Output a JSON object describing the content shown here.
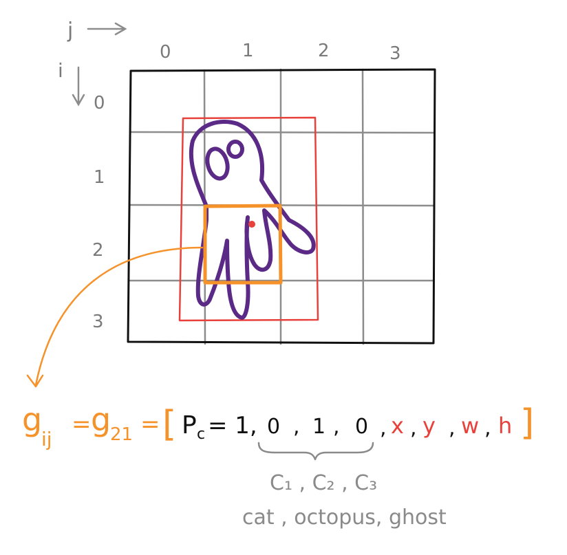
{
  "axes": {
    "j_label": "j",
    "i_label": "i",
    "col_labels": [
      "0",
      "1",
      "2",
      "3"
    ],
    "row_labels": [
      "0",
      "1",
      "2",
      "3"
    ]
  },
  "grid": {
    "rows": 4,
    "cols": 4,
    "highlight_cell": {
      "i": 2,
      "j": 1
    }
  },
  "formula": {
    "g": "g",
    "sub_ij": "ij",
    "equals": "=",
    "sub_21": "21",
    "open_bracket": "[",
    "pc": "P",
    "pc_sub": "c",
    "pc_value": "= 1,",
    "c1_value": "0",
    "comma": ",",
    "c2_value": "1",
    "c3_value": "0",
    "x": "x",
    "y": "y",
    "w": "w",
    "h": "h",
    "close_bracket": "]"
  },
  "classes": {
    "symbols": "C₁ , C₂ , C₃",
    "names": "cat , octopus, ghost"
  },
  "colors": {
    "grid_border": "#111111",
    "grid_lines": "#8c8c8c",
    "axis_labels": "#7a7a7a",
    "bounding_box": "#e8403a",
    "cell_highlight": "#f5922a",
    "octopus": "#5b2a86",
    "center_dot": "#e8403a",
    "formula_orange": "#f5922a",
    "formula_black": "#111111",
    "formula_red": "#e8403a",
    "class_gray": "#8a8a8a"
  }
}
